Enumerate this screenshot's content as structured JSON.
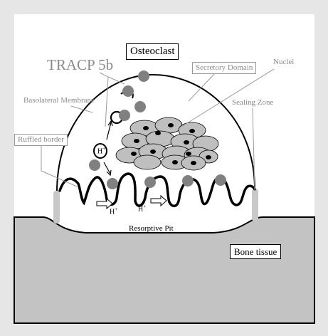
{
  "labels": {
    "osteoclast": "Osteoclast",
    "tracp": "TRACP 5b",
    "secretory_domain": "Secretory Domain",
    "nuclei": "Nuclei",
    "basolateral_membrane": "Basolateral Membrane",
    "sealing_zone": "Sealing Zone",
    "ruffled_border": "Ruffled border",
    "h_plus_vesicle": "H",
    "h_plus_1": "H",
    "h_plus_2": "H",
    "plus_sign": "+",
    "resorptive_pit": "Resorptive Pit",
    "bone_tissue": "Bone tissue"
  },
  "colors": {
    "outer_frame": "#e6e6e6",
    "bone": "#c3c3c3",
    "nucleus_fill": "#bfbfbf",
    "nucleolus": "#000000",
    "granule": "#808080",
    "sealing_zone": "#c8c8c8",
    "label_grey": "#8a8a8a"
  }
}
